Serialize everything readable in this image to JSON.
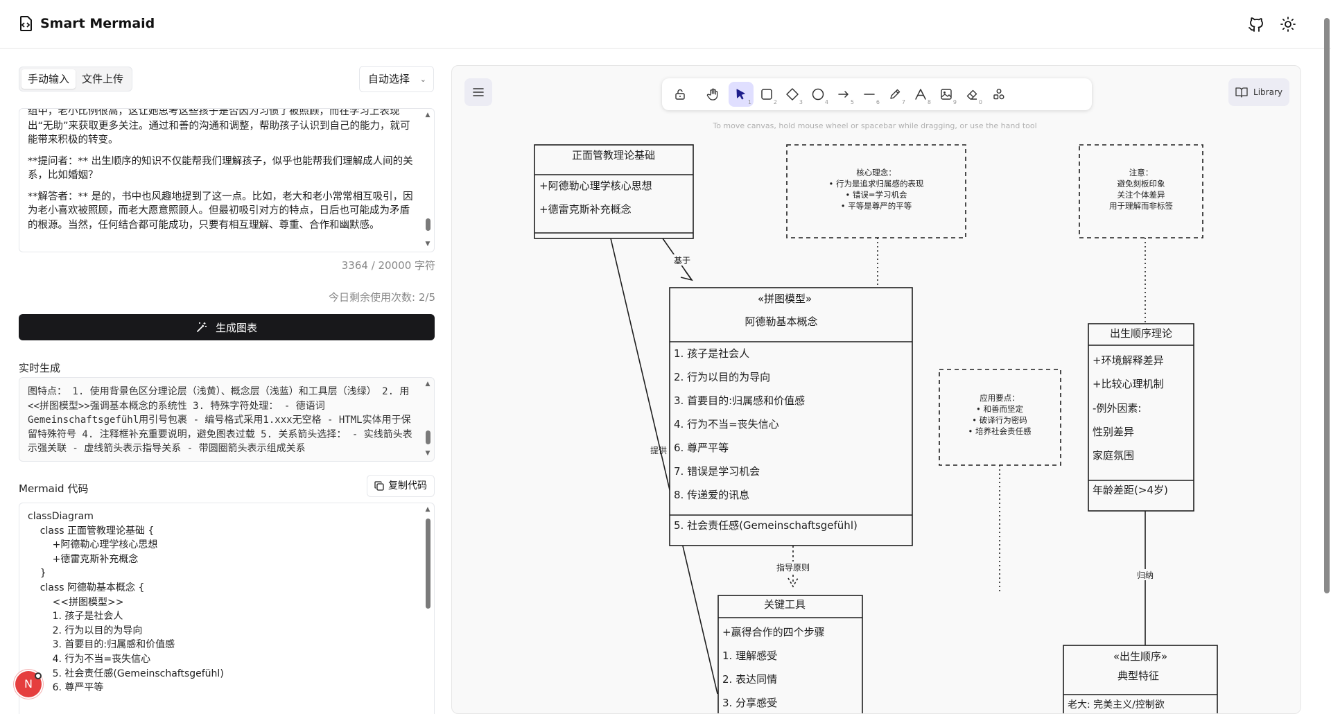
{
  "app": {
    "title": "Smart Mermaid"
  },
  "input_panel": {
    "tabs": [
      {
        "label": "手动输入",
        "active": true
      },
      {
        "label": "文件上传",
        "active": false
      }
    ],
    "model_select": "自动选择",
    "text_lines": [
      "组中，老小比例很高，这让她思考这些孩子是否因为习惯了被照顾，而在学习上表现出“无助”来获取更多关注。通过和善的沟通和调整，帮助孩子认识到自己的能力，就可能带来积极的转变。",
      "**提问者：** 出生顺序的知识不仅能帮我们理解孩子，似乎也能帮我们理解成人间的关系，比如婚姻？",
      "**解答者：** 是的，书中也风趣地提到了这一点。比如，老大和老小常常相互吸引，因为老小喜欢被照顾，而老大愿意照顾人。但最初吸引对方的特点，日后也可能成为矛盾的根源。当然，任何结合都可能成功，只要有相互理解、尊重、合作和幽默感。"
    ],
    "char_count": "3364 / 20000 字符",
    "usage": "今日剩余使用次数: 2/5",
    "generate_label": "生成图表"
  },
  "live": {
    "label": "实时生成",
    "text": "图特点： 1. 使用背景色区分理论层（浅黄）、概念层（浅蓝）和工具层（浅绿） 2. 用<<拼图模型>>强调基本概念的系统性 3. 特殊字符处理： - 德语词Gemeinschaftsgefühl用引号包裹 - 编号格式采用1.xxx无空格 - HTML实体用于保留特殊符号 4. 注释框补充重要说明，避免图表过载 5. 关系箭头选择： - 实线箭头表示强关联 - 虚线箭头表示指导关系 - 带圆圈箭头表示组成关系"
  },
  "code": {
    "label": "Mermaid 代码",
    "copy_label": "复制代码",
    "lines": [
      "classDiagram",
      "    class 正面管教理论基础 {",
      "        +阿德勒心理学核心思想",
      "        +德雷克斯补充概念",
      "    }",
      "",
      "    class 阿德勒基本概念 {",
      "        <<拼图模型>>",
      "        1. 孩子是社会人",
      "        2. 行为以目的为导向",
      "        3. 首要目的:归属感和价值感",
      "        4. 行为不当=丧失信心",
      "        5. 社会责任感(Gemeinschaftsgefühl)",
      "        6. 尊严平等"
    ]
  },
  "user": {
    "avatar_letter": "N"
  },
  "canvas": {
    "library_label": "Library",
    "hint": "To move canvas, hold mouse wheel or spacebar while dragging, or use the hand tool",
    "tools": [
      {
        "icon": "lock-icon",
        "num": ""
      },
      {
        "icon": "hand-icon",
        "num": ""
      },
      {
        "icon": "selection-arrow-icon",
        "num": "1"
      },
      {
        "icon": "rectangle-icon",
        "num": "2"
      },
      {
        "icon": "diamond-icon",
        "num": "3"
      },
      {
        "icon": "ellipse-icon",
        "num": "4"
      },
      {
        "icon": "arrow-icon",
        "num": "5"
      },
      {
        "icon": "line-icon",
        "num": "6"
      },
      {
        "icon": "pencil-icon",
        "num": "7"
      },
      {
        "icon": "text-icon",
        "num": "8"
      },
      {
        "icon": "image-icon",
        "num": "9"
      },
      {
        "icon": "eraser-icon",
        "num": "0"
      },
      {
        "icon": "shapes-icon",
        "num": ""
      }
    ]
  },
  "diagram": {
    "theory": {
      "title": "正面管教理论基础",
      "items": [
        "+阿德勒心理学核心思想",
        "+德雷克斯补充概念"
      ]
    },
    "note_core": {
      "lines": [
        "核心理念：",
        "• 行为是追求归属感的表现",
        "• 错误=学习机会",
        "• 平等是尊严的平等"
      ]
    },
    "note_caution": {
      "lines": [
        "注意：",
        "避免刻板印象",
        "关注个体差异",
        "用于理解而非标签"
      ]
    },
    "concepts": {
      "stereotype": "«拼图模型»",
      "title": "阿德勒基本概念",
      "items": [
        "1. 孩子是社会人",
        "2. 行为以目的为导向",
        "3. 首要目的:归属感和价值感",
        "4. 行为不当=丧失信心",
        "6. 尊严平等",
        "7. 错误是学习机会",
        "8. 传递爱的讯息"
      ],
      "footer": "5. 社会责任感(Gemeinschaftsgefühl)"
    },
    "note_apply": {
      "lines": [
        "应用要点：",
        "• 和善而坚定",
        "• 破译行为密码",
        "• 培养社会责任感"
      ]
    },
    "birth_order": {
      "title": "出生顺序理论",
      "items": [
        "+环境解释差异",
        "+比较心理机制",
        "-例外因素:",
        "性别差异",
        "家庭氛围"
      ],
      "footer": "年龄差距(>4岁)"
    },
    "tools_box": {
      "title": "关键工具",
      "items": [
        "+赢得合作的四个步骤",
        "1. 理解感受",
        "2. 表达同情",
        "3. 分享感受"
      ]
    },
    "birth_features": {
      "stereotype": "«出生顺序»",
      "title": "典型特征",
      "items": [
        "老大: 完美主义/控制欲"
      ]
    },
    "edge_labels": {
      "based_on": "基于",
      "guides": "指导原则",
      "provides": "提供",
      "summarize": "归纳"
    }
  }
}
